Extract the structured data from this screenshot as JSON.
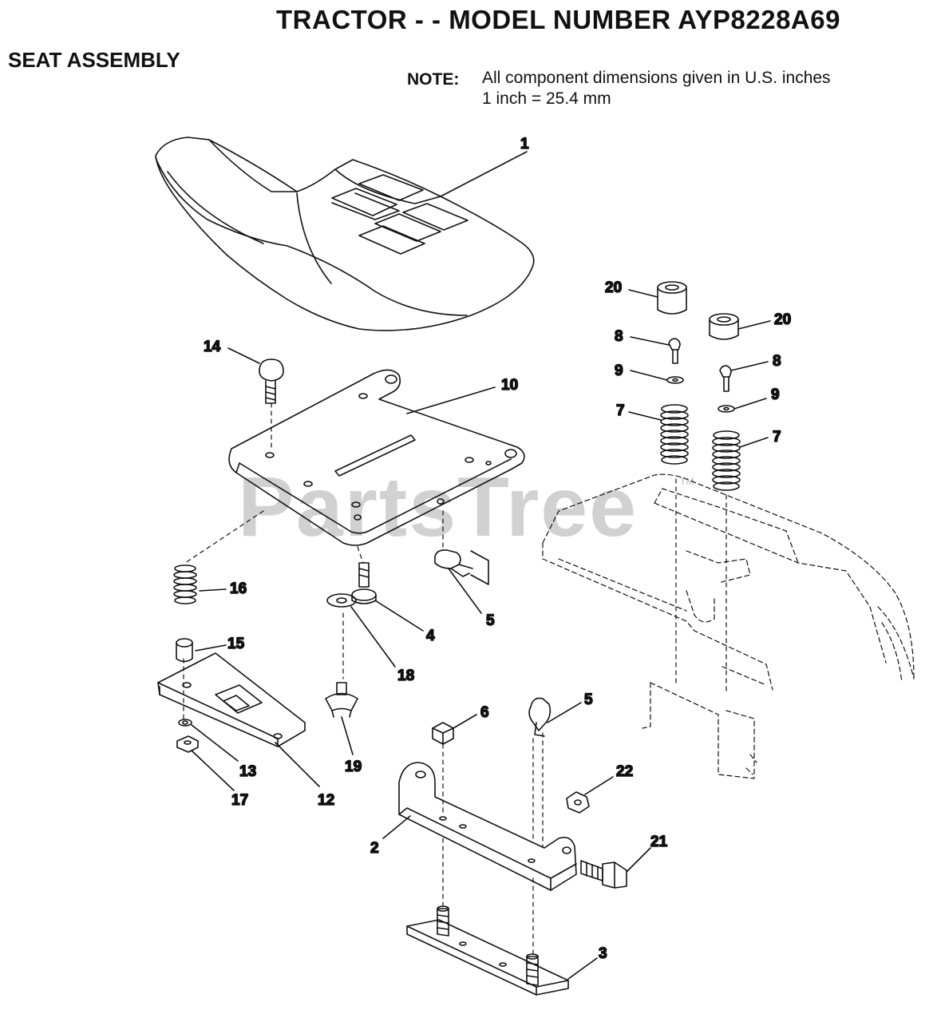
{
  "header": {
    "title": "TRACTOR - - MODEL NUMBER AYP8228A69",
    "section": "SEAT ASSEMBLY",
    "note_label": "NOTE:",
    "note_line1": "All component dimensions given in U.S. inches",
    "note_line2": "1 inch = 25.4 mm"
  },
  "watermark": {
    "text": "PartsTree",
    "tm": "TM"
  },
  "callouts": {
    "c1": "1",
    "c2": "2",
    "c3": "3",
    "c4": "4",
    "c5a": "5",
    "c5b": "5",
    "c6": "6",
    "c7a": "7",
    "c7b": "7",
    "c8a": "8",
    "c8b": "8",
    "c9a": "9",
    "c9b": "9",
    "c10": "10",
    "c12": "12",
    "c13": "13",
    "c14": "14",
    "c15": "15",
    "c16": "16",
    "c17": "17",
    "c18": "18",
    "c19": "19",
    "c20a": "20",
    "c20b": "20",
    "c21": "21",
    "c22": "22"
  }
}
